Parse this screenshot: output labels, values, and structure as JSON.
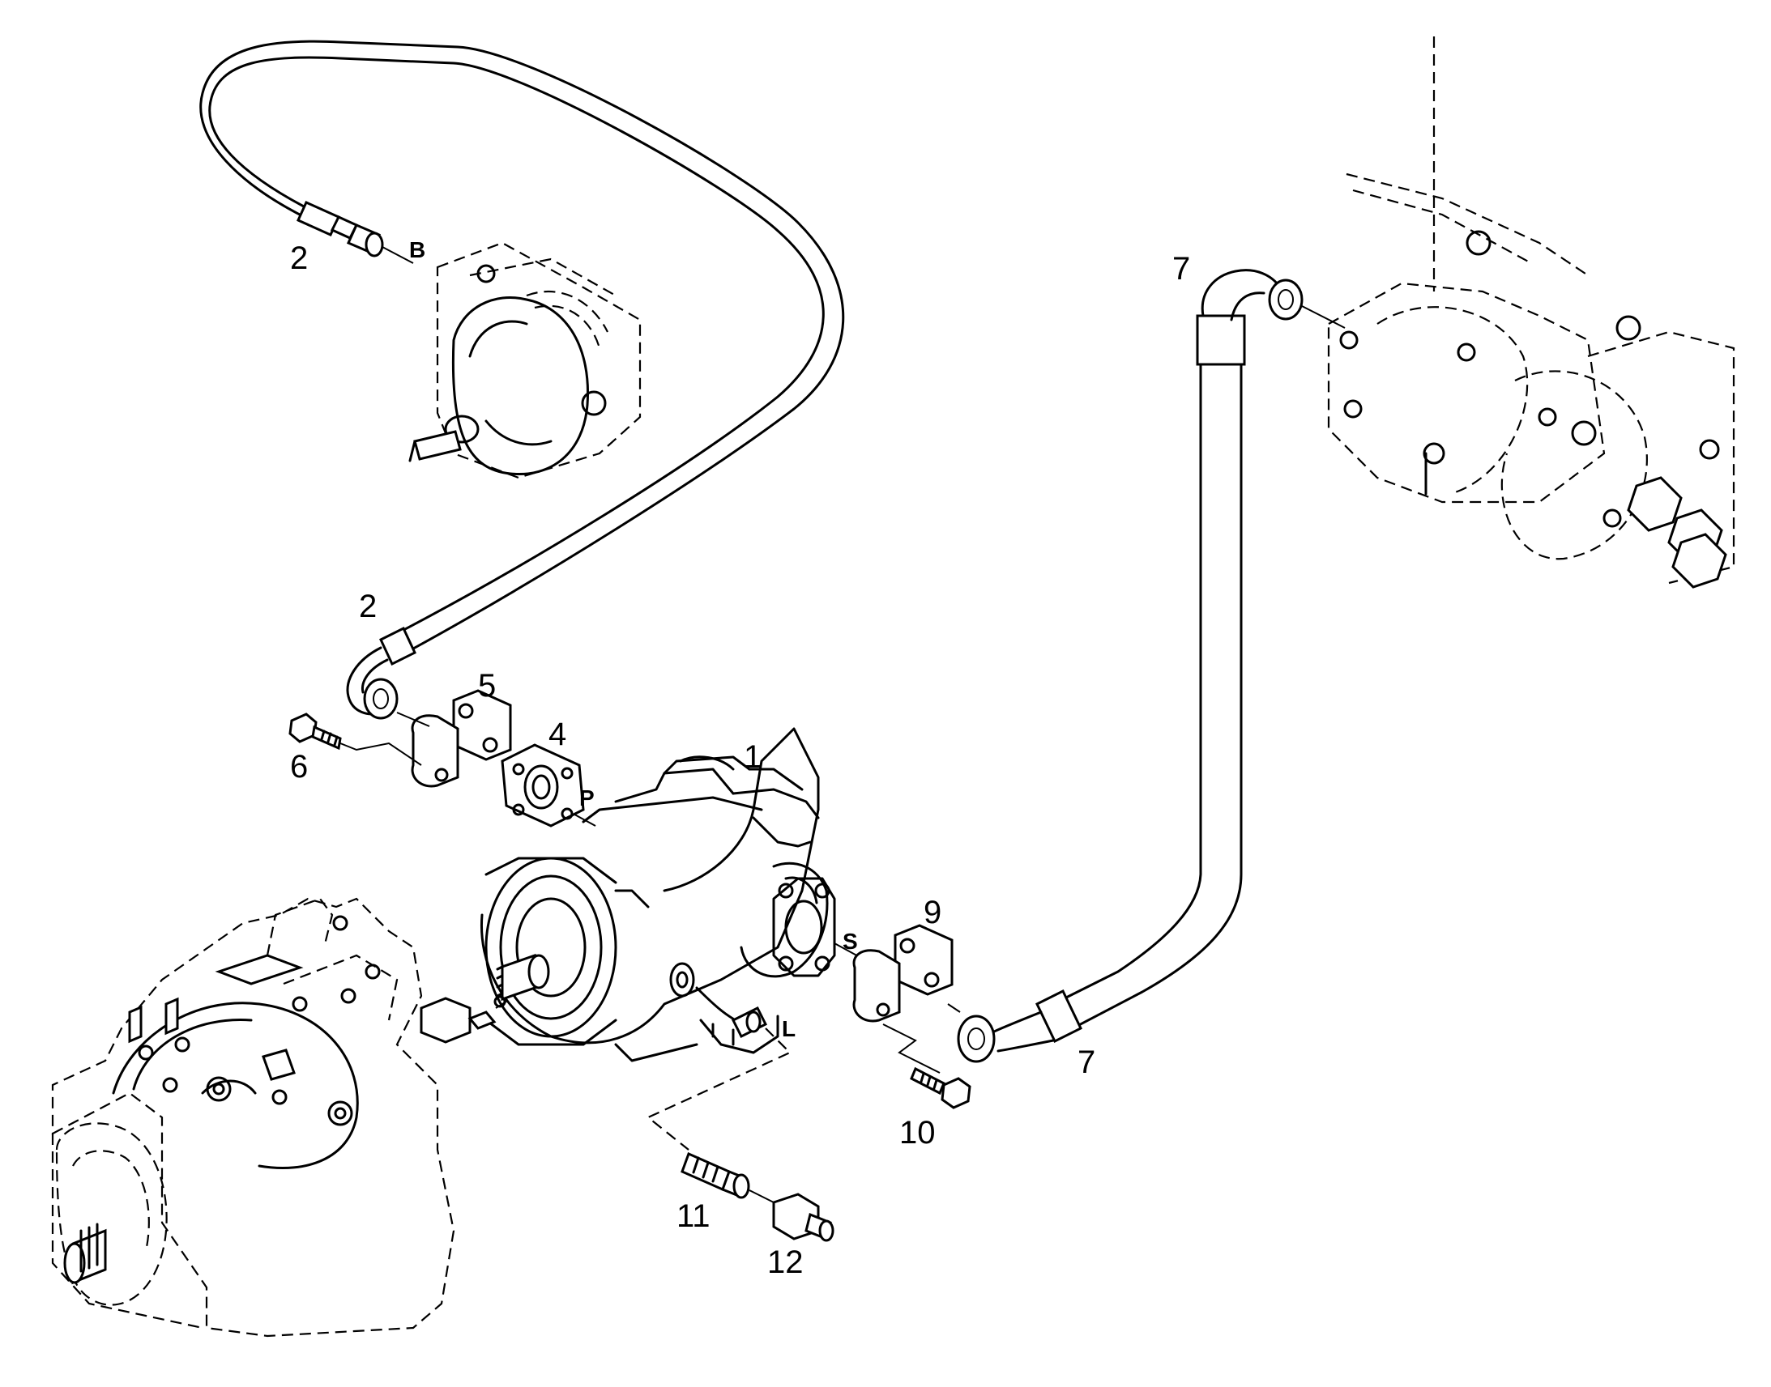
{
  "callouts": {
    "part_1": "1",
    "part_2_top": "2",
    "part_2_mid": "2",
    "part_4": "4",
    "part_5": "5",
    "part_6": "6",
    "part_7_top": "7",
    "part_7_bottom": "7",
    "part_9": "9",
    "part_10": "10",
    "part_11": "11",
    "part_12": "12"
  },
  "ports": {
    "B": "B",
    "P": "P",
    "S": "S",
    "L": "L"
  },
  "icons": {
    "main_pump": "hydraulic-pump",
    "upper_motor": "hydraulic-motor",
    "left_unit": "transmission-housing",
    "right_unit": "valve-manifold"
  }
}
